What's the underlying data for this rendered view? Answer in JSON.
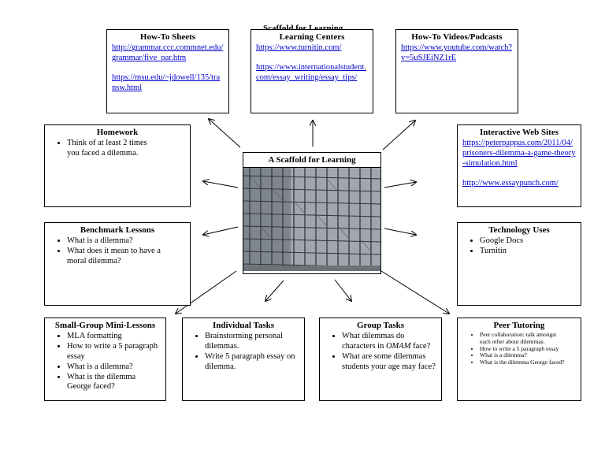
{
  "top_partial_title": "Scaffold for Learning",
  "center": {
    "title": "A Scaffold for Learning",
    "image": "scaffolding-building-photo"
  },
  "how_to_sheets": {
    "title": "How-To Sheets",
    "link1": "http://grammar.ccc.commnet.edu/grammar/five_par.htm",
    "link2": "https://msu.edu/~jdowell/135/transw.html"
  },
  "learning_centers": {
    "title": "Learning Centers",
    "link1": "https://www.turnitin.com/",
    "link2": "https://www.internationalstudent.com/essay_writing/essay_tips/"
  },
  "how_to_videos": {
    "title": "How-To Videos/Podcasts",
    "link1": "https://www.youtube.com/watch?v=5uSJEiNZ1rE"
  },
  "homework": {
    "title": "Homework",
    "items": [
      "Think of at least 2 times you faced a dilemma."
    ]
  },
  "interactive_web_sites": {
    "title": "Interactive Web Sites",
    "link1": "https://peterpappas.com/2011/04/prisoners-dilemma-a-game-theory-simulation.html",
    "link2": "http://www.essaypunch.com/"
  },
  "benchmark_lessons": {
    "title": "Benchmark Lessons",
    "items": [
      "What is a dilemma?",
      "What does it mean to have a moral dilemma?"
    ]
  },
  "technology_uses": {
    "title": "Technology Uses",
    "items": [
      "Google Docs",
      "Turnitin"
    ]
  },
  "small_group": {
    "title": "Small-Group Mini-Lessons",
    "items": [
      "MLA formatting",
      "How to write a 5 paragraph essay",
      "What is a dilemma?",
      "What is the dilemma George faced?"
    ]
  },
  "individual_tasks": {
    "title": "Individual Tasks",
    "items": [
      "Brainstorming personal dilemmas.",
      "Write 5 paragraph essay on dilemma."
    ]
  },
  "group_tasks": {
    "title": "Group Tasks",
    "item1_pre": "What dilemmas do characters in ",
    "item1_em": "OMAM",
    "item1_post": " face?",
    "item2": "What are some dilemmas students your age may face?"
  },
  "peer_tutoring": {
    "title": "Peer Tutoring",
    "items": [
      "Peer collaboration: talk amongst each other about dilemmas.",
      "How to write a 5 paragraph essay",
      "What is a dilemma?",
      "What is the dilemma George faced?"
    ]
  }
}
